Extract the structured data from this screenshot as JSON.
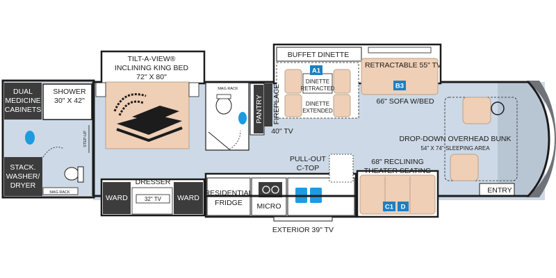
{
  "labels": {
    "dual_medicine_1": "DUAL",
    "dual_medicine_2": "MEDICINE",
    "dual_medicine_3": "CABINETS",
    "shower_1": "SHOWER",
    "shower_2": "30\" X 42\"",
    "stack_1": "STACK.",
    "stack_2": "WASHER/",
    "stack_3": "DRYER",
    "mag_rack_left": "MAG RACK",
    "step_up": "STEP-UP",
    "bed_1": "TILT-A-VIEW®",
    "bed_2": "INCLINING KING BED",
    "bed_3": "72\" X 80\"",
    "dresser": "DRESSER",
    "ward_left": "WARD",
    "ward_right": "WARD",
    "tv_32": "32\" TV",
    "mag_rack_bath": "MAG RACK",
    "pantry": "PANTRY",
    "fireplace": "FIREPLACE",
    "tv_40": "40\" TV",
    "fridge_1": "RESIDENTIAL",
    "fridge_2": "FRIDGE",
    "micro": "MICRO",
    "buffet_dinette": "BUFFET DINETTE",
    "dinette_retracted_1": "DINETTE",
    "dinette_retracted_2": "RETRACTED",
    "dinette_extended_1": "DINETTE",
    "dinette_extended_2": "EXTENDED",
    "pullout_1": "PULL-OUT",
    "pullout_2": "C-TOP",
    "retractable_tv": "RETRACTABLE 55\" TV",
    "sofa": "66\" SOFA W/BED",
    "reclining_1": "68\" RECLINING",
    "reclining_2": "THEATER SEATING",
    "bunk_1": "DROP-DOWN OVERHEAD BUNK",
    "bunk_2": "54\" X 74\" SLEEPING AREA",
    "entry": "ENTRY",
    "exterior_tv": "EXTERIOR 39\" TV"
  },
  "badges": {
    "a1": "A1",
    "b3": "B3",
    "c1": "C1",
    "d": "D"
  },
  "colors": {
    "floor": "#cdd9e6",
    "wall": "#1c1c1c",
    "upholstery": "#efcfb6",
    "badge": "#1d7fc1",
    "sink": "#1e9be0",
    "dark_box": "#3c3c3c"
  }
}
